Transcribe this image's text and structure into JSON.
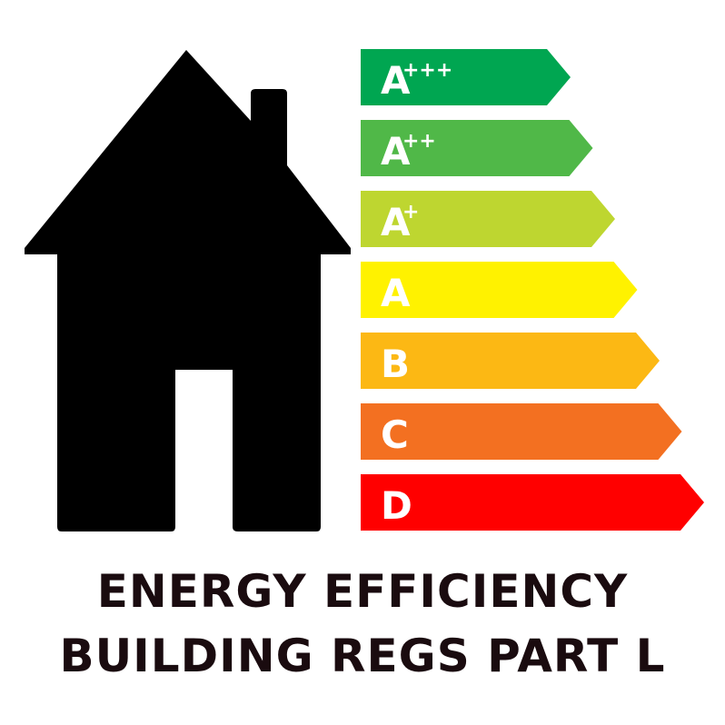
{
  "caption": {
    "line1": "ENERGY EFFICIENCY",
    "line2": "BUILDING REGS PART L"
  },
  "house_icon": "house-icon",
  "house_color": "#000000",
  "caption_color": "#1a0b0f",
  "ratings": [
    {
      "letter": "A",
      "sup": "+++",
      "color": "#00a651"
    },
    {
      "letter": "A",
      "sup": "++",
      "color": "#50b848"
    },
    {
      "letter": "A",
      "sup": "+",
      "color": "#bed630"
    },
    {
      "letter": "A",
      "sup": "",
      "color": "#fff200"
    },
    {
      "letter": "B",
      "sup": "",
      "color": "#fcb814"
    },
    {
      "letter": "C",
      "sup": "",
      "color": "#f37021"
    },
    {
      "letter": "D",
      "sup": "",
      "color": "#ff0000"
    }
  ]
}
